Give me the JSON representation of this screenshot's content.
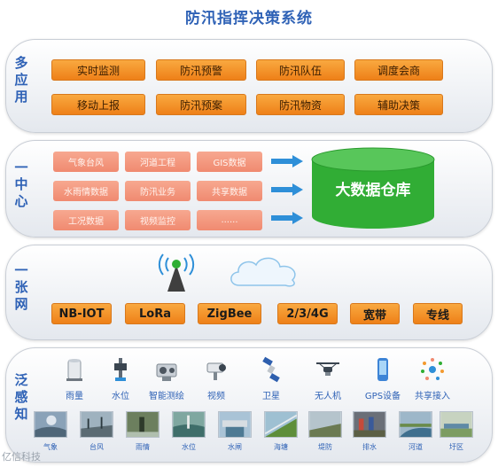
{
  "title": "防汛指挥决策系统",
  "layers": {
    "multi_app": {
      "label": "多应用",
      "buttons": [
        "实时监测",
        "防汛预警",
        "防汛队伍",
        "调度会商",
        "移动上报",
        "防汛预案",
        "防汛物资",
        "辅助决策"
      ]
    },
    "one_center": {
      "label": "一中心",
      "sources": [
        "气象台风",
        "河道工程",
        "GIS数据",
        "水雨情数据",
        "防汛业务",
        "共享数据",
        "工况数据",
        "视频监控",
        "......"
      ],
      "warehouse": "大数据仓库"
    },
    "one_network": {
      "label": "一张网",
      "networks": [
        "NB-IOT",
        "LoRa",
        "ZigBee",
        "2/3/4G",
        "宽带",
        "专线"
      ]
    },
    "perception": {
      "label": "泛感知",
      "sensors": [
        "雨量",
        "水位",
        "智能测绘",
        "视频",
        "卫星",
        "无人机",
        "GPS设备",
        "共享接入"
      ],
      "photos": [
        "气象",
        "台风",
        "雨情",
        "水位",
        "水闸",
        "海塘",
        "堤防",
        "排水",
        "河道",
        "圩区"
      ]
    }
  },
  "watermark": "亿信科技",
  "colors": {
    "accent": "#2f62b6",
    "orange": "#f39a2f",
    "pink": "#f29a82",
    "green": "#2fae33",
    "arrow": "#2e8fd8"
  }
}
